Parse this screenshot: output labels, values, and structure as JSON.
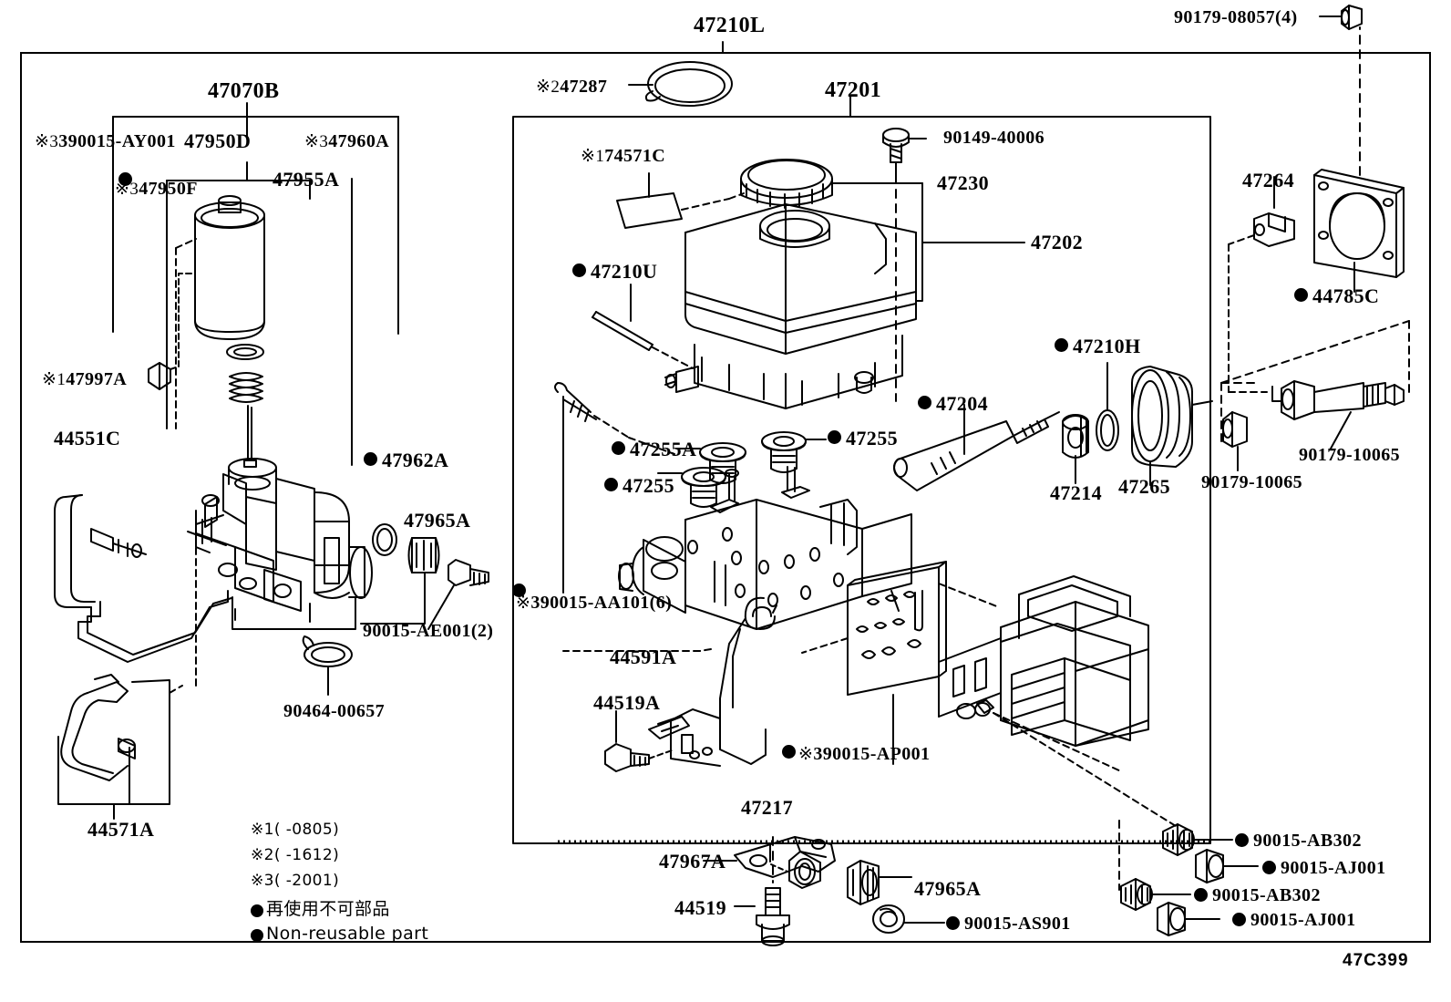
{
  "diagram": {
    "code": "47C399",
    "title_group": "47210L",
    "main_box_label": "47201"
  },
  "legend": {
    "note1": "※1(    -0805)",
    "note2": "※2(    -1612)",
    "note3": "※3(    -2001)",
    "nonreusable_jp": "再使用不可部品",
    "nonreusable_en": "Non-reusable part"
  },
  "labels": {
    "g47070b": "47070B",
    "g390015AY001": "390015-AY001",
    "g390015AY001_mark": "※3",
    "g47950D": "47950D",
    "g47960A": "47960A",
    "g47960A_mark": "※3",
    "g47950F": "47950F",
    "g47950F_mark": "※3",
    "g47955A": "47955A",
    "g47997A": "47997A",
    "g47997A_mark": "※1",
    "g44551C": "44551C",
    "g47962A": "47962A",
    "g47965A_left": "47965A",
    "g90015AE001": "90015-AE001(2)",
    "g90464": "90464-00657",
    "g44571A": "44571A",
    "g47287": "47287",
    "g47287_mark": "※2",
    "g174571C": "74571C",
    "g174571C_mark": "※1",
    "g47210U": "47210U",
    "g90149": "90149-40006",
    "g47230": "47230",
    "g47202": "47202",
    "g47255A": "47255A",
    "g47255_mid": "47255",
    "g47255_right": "47255",
    "g47204": "47204",
    "g47210H": "47210H",
    "g47214": "47214",
    "g47265": "47265",
    "g47264": "47264",
    "g44785C": "44785C",
    "g90179_08057": "90179-08057(4)",
    "g90179_10065_a": "90179-10065",
    "g90179_10065_b": "90179-10065",
    "g390015AA101": "390015-AA101(6)",
    "g390015AA101_mark": "※",
    "g44591A": "44591A",
    "g44519A": "44519A",
    "g390015AP001": "390015-AP001",
    "g390015AP001_mark": "※",
    "g47217": "47217",
    "g47967A": "47967A",
    "g44519": "44519",
    "g47965A_bot": "47965A",
    "g90015AS901": "90015-AS901",
    "g90015AB302_a": "90015-AB302",
    "g90015AJ001_a": "90015-AJ001",
    "g90015AB302_b": "90015-AB302",
    "g90015AJ001_b": "90015-AJ001"
  },
  "colors": {
    "line": "#000000",
    "background": "#ffffff"
  }
}
